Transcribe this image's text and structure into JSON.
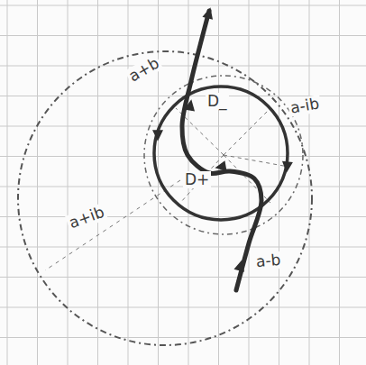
{
  "diagram": {
    "labels": [
      "a+b",
      "D_",
      "a-ib",
      "D+",
      "a+ib",
      "a-b"
    ]
  }
}
